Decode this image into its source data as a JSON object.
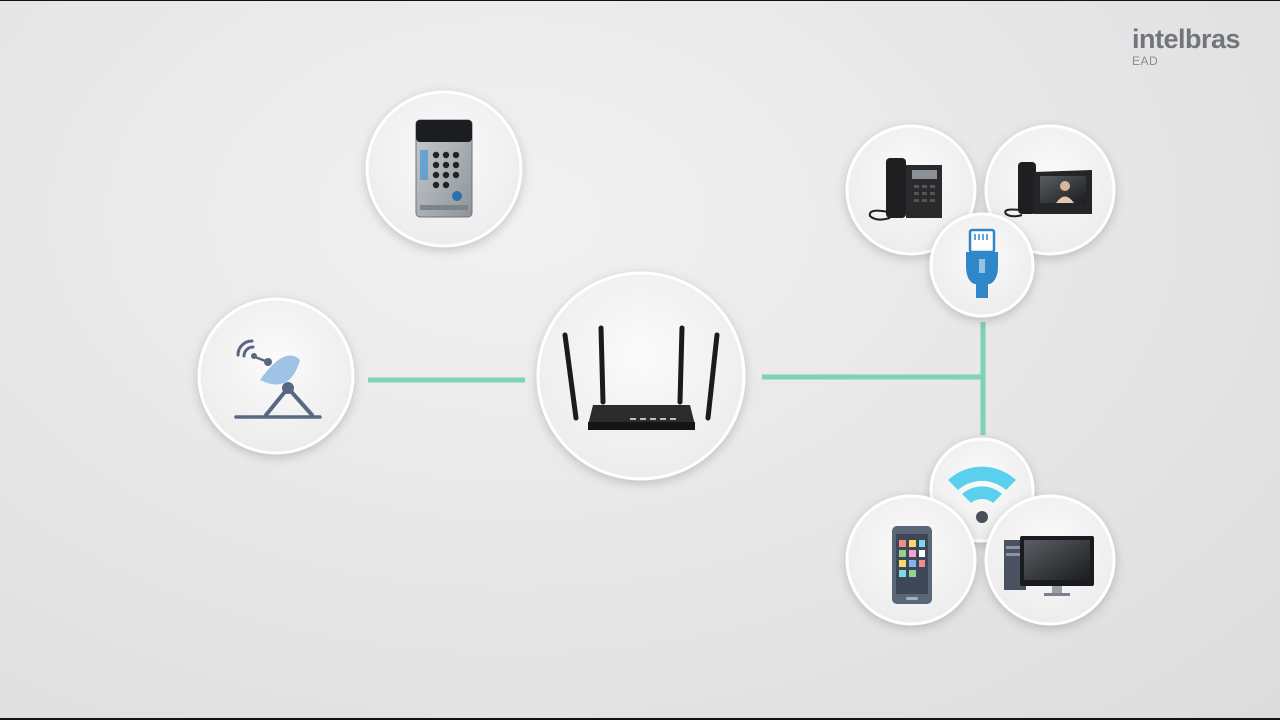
{
  "brand": {
    "name": "intelbras",
    "sub": "EAD"
  },
  "colors": {
    "link": "#7dd3b4",
    "node_fill": "#f7f7f7",
    "node_stroke": "#ffffff",
    "satellite_icon": "#5a6783",
    "satellite_accent": "#9fc2e6",
    "ethernet": "#2f86c8",
    "wifi": "#59d1ee"
  },
  "diagram": {
    "nodes": [
      {
        "id": "door-intercom",
        "icon": "door-intercom-icon"
      },
      {
        "id": "satellite",
        "icon": "satellite-dish-icon"
      },
      {
        "id": "router",
        "icon": "router-icon"
      },
      {
        "id": "ip-phone",
        "icon": "ip-phone-icon"
      },
      {
        "id": "video-phone",
        "icon": "video-phone-icon"
      },
      {
        "id": "ethernet",
        "icon": "ethernet-plug-icon"
      },
      {
        "id": "wifi",
        "icon": "wifi-icon"
      },
      {
        "id": "smartphone",
        "icon": "smartphone-icon"
      },
      {
        "id": "desktop",
        "icon": "desktop-computer-icon"
      }
    ],
    "links": [
      {
        "from": "satellite",
        "to": "router"
      },
      {
        "from": "router",
        "to": "ethernet"
      },
      {
        "from": "router",
        "to": "wifi"
      }
    ]
  }
}
